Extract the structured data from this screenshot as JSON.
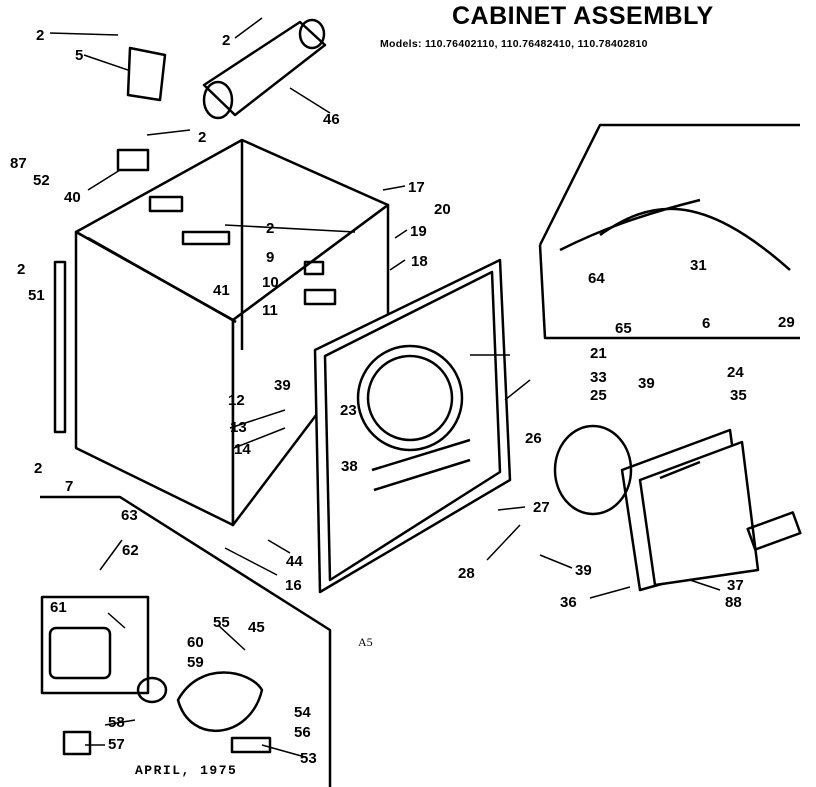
{
  "title": "CABINET ASSEMBLY",
  "models": "Models: 110.76402110, 110.76482410, 110.78402810",
  "footer": "APRIL, 1975",
  "mark": "A5",
  "labels": [
    "2",
    "5",
    "2",
    "46",
    "2",
    "87",
    "52",
    "40",
    "17",
    "20",
    "2",
    "19",
    "9",
    "18",
    "2",
    "41",
    "10",
    "51",
    "11",
    "21",
    "31",
    "64",
    "29",
    "65",
    "6",
    "33",
    "12",
    "39",
    "24",
    "39",
    "23",
    "35",
    "25",
    "13",
    "26",
    "14",
    "38",
    "2",
    "7",
    "27",
    "63",
    "62",
    "44",
    "28",
    "39",
    "16",
    "37",
    "36",
    "88",
    "61",
    "55",
    "45",
    "60",
    "59",
    "54",
    "58",
    "56",
    "57",
    "53"
  ]
}
